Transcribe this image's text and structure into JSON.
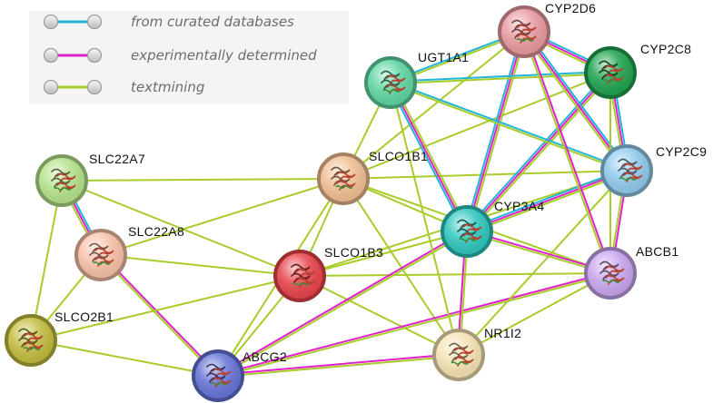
{
  "legend": {
    "items": [
      {
        "label": "from curated databases",
        "color": "#22b5d6"
      },
      {
        "label": "experimentally determined",
        "color": "#e020c8"
      },
      {
        "label": "textmining",
        "color": "#a8cc2a"
      }
    ]
  },
  "nodes": [
    {
      "id": "CYP2D6",
      "label": "CYP2D6",
      "color": "#e99a9f",
      "icon": "protein-structure-icon"
    },
    {
      "id": "UGT1A1",
      "label": "UGT1A1",
      "color": "#5fd6a3",
      "icon": "protein-structure-icon"
    },
    {
      "id": "CYP2C8",
      "label": "CYP2C8",
      "color": "#1fa34f",
      "icon": "protein-structure-icon"
    },
    {
      "id": "CYP2C9",
      "label": "CYP2C9",
      "color": "#8fcaec",
      "icon": "protein-structure-icon"
    },
    {
      "id": "SLC22A7",
      "label": "SLC22A7",
      "color": "#b5e28a",
      "icon": "protein-structure-icon"
    },
    {
      "id": "SLCO1B1",
      "label": "SLCO1B1",
      "color": "#f1bf92",
      "icon": "protein-structure-icon"
    },
    {
      "id": "CYP3A4",
      "label": "CYP3A4",
      "color": "#2ec7bd",
      "icon": "protein-structure-icon"
    },
    {
      "id": "SLC22A8",
      "label": "SLC22A8",
      "color": "#f8c1a8",
      "icon": "protein-structure-icon"
    },
    {
      "id": "SLCO1B3",
      "label": "SLCO1B3",
      "color": "#e8434a",
      "icon": "protein-structure-icon"
    },
    {
      "id": "ABCB1",
      "label": "ABCB1",
      "color": "#c9a6ef",
      "icon": "protein-structure-icon"
    },
    {
      "id": "SLCO2B1",
      "label": "SLCO2B1",
      "color": "#c2bc3e",
      "icon": "protein-structure-icon"
    },
    {
      "id": "NR1I2",
      "label": "NR1I2",
      "color": "#f6e3b4",
      "icon": "protein-structure-icon"
    },
    {
      "id": "ABCG2",
      "label": "ABCG2",
      "color": "#6673d6",
      "icon": "protein-structure-icon"
    }
  ],
  "edges": [
    {
      "source": "SLC22A7",
      "target": "SLC22A8",
      "evidence": [
        "curated",
        "experimental",
        "textmining"
      ]
    },
    {
      "source": "SLC22A7",
      "target": "SLCO2B1",
      "evidence": [
        "textmining"
      ]
    },
    {
      "source": "SLC22A7",
      "target": "SLCO1B1",
      "evidence": [
        "textmining"
      ]
    },
    {
      "source": "SLC22A7",
      "target": "SLCO1B3",
      "evidence": [
        "textmining"
      ]
    },
    {
      "source": "SLC22A8",
      "target": "SLCO2B1",
      "evidence": [
        "textmining"
      ]
    },
    {
      "source": "SLC22A8",
      "target": "SLCO1B3",
      "evidence": [
        "textmining"
      ]
    },
    {
      "source": "SLC22A8",
      "target": "ABCG2",
      "evidence": [
        "experimental",
        "textmining"
      ]
    },
    {
      "source": "SLC22A8",
      "target": "SLCO1B1",
      "evidence": [
        "textmining"
      ]
    },
    {
      "source": "SLCO2B1",
      "target": "ABCG2",
      "evidence": [
        "textmining"
      ]
    },
    {
      "source": "SLCO2B1",
      "target": "SLCO1B3",
      "evidence": [
        "textmining"
      ]
    },
    {
      "source": "SLCO1B1",
      "target": "SLCO1B3",
      "evidence": [
        "textmining"
      ]
    },
    {
      "source": "SLCO1B1",
      "target": "CYP3A4",
      "evidence": [
        "textmining"
      ]
    },
    {
      "source": "SLCO1B1",
      "target": "UGT1A1",
      "evidence": [
        "textmining"
      ]
    },
    {
      "source": "SLCO1B1",
      "target": "CYP2C9",
      "evidence": [
        "textmining"
      ]
    },
    {
      "source": "SLCO1B1",
      "target": "CYP2C8",
      "evidence": [
        "textmining"
      ]
    },
    {
      "source": "SLCO1B1",
      "target": "CYP2D6",
      "evidence": [
        "textmining"
      ]
    },
    {
      "source": "SLCO1B1",
      "target": "ABCG2",
      "evidence": [
        "textmining"
      ]
    },
    {
      "source": "SLCO1B1",
      "target": "NR1I2",
      "evidence": [
        "textmining"
      ]
    },
    {
      "source": "SLCO1B1",
      "target": "ABCB1",
      "evidence": [
        "textmining"
      ]
    },
    {
      "source": "SLCO1B3",
      "target": "CYP3A4",
      "evidence": [
        "textmining"
      ]
    },
    {
      "source": "SLCO1B3",
      "target": "ABCG2",
      "evidence": [
        "textmining"
      ]
    },
    {
      "source": "SLCO1B3",
      "target": "NR1I2",
      "evidence": [
        "textmining"
      ]
    },
    {
      "source": "SLCO1B3",
      "target": "ABCB1",
      "evidence": [
        "textmining"
      ]
    },
    {
      "source": "SLCO1B3",
      "target": "CYP2C9",
      "evidence": [
        "textmining"
      ]
    },
    {
      "source": "ABCG2",
      "target": "NR1I2",
      "evidence": [
        "experimental",
        "textmining"
      ]
    },
    {
      "source": "ABCG2",
      "target": "CYP3A4",
      "evidence": [
        "experimental",
        "textmining"
      ]
    },
    {
      "source": "ABCG2",
      "target": "ABCB1",
      "evidence": [
        "experimental",
        "textmining"
      ]
    },
    {
      "source": "NR1I2",
      "target": "CYP3A4",
      "evidence": [
        "experimental",
        "textmining"
      ]
    },
    {
      "source": "NR1I2",
      "target": "ABCB1",
      "evidence": [
        "textmining"
      ]
    },
    {
      "source": "NR1I2",
      "target": "CYP2C9",
      "evidence": [
        "textmining"
      ]
    },
    {
      "source": "NR1I2",
      "target": "UGT1A1",
      "evidence": [
        "textmining"
      ]
    },
    {
      "source": "CYP3A4",
      "target": "UGT1A1",
      "evidence": [
        "curated",
        "experimental",
        "textmining"
      ]
    },
    {
      "source": "CYP3A4",
      "target": "CYP2D6",
      "evidence": [
        "curated",
        "experimental",
        "textmining"
      ]
    },
    {
      "source": "CYP3A4",
      "target": "CYP2C8",
      "evidence": [
        "curated",
        "experimental",
        "textmining"
      ]
    },
    {
      "source": "CYP3A4",
      "target": "CYP2C9",
      "evidence": [
        "curated",
        "experimental",
        "textmining"
      ]
    },
    {
      "source": "CYP3A4",
      "target": "ABCB1",
      "evidence": [
        "experimental",
        "textmining"
      ]
    },
    {
      "source": "UGT1A1",
      "target": "CYP2D6",
      "evidence": [
        "curated",
        "textmining"
      ]
    },
    {
      "source": "UGT1A1",
      "target": "CYP2C8",
      "evidence": [
        "curated",
        "textmining"
      ]
    },
    {
      "source": "UGT1A1",
      "target": "CYP2C9",
      "evidence": [
        "curated",
        "textmining"
      ]
    },
    {
      "source": "CYP2D6",
      "target": "CYP2C8",
      "evidence": [
        "curated",
        "experimental",
        "textmining"
      ]
    },
    {
      "source": "CYP2D6",
      "target": "CYP2C9",
      "evidence": [
        "curated",
        "experimental",
        "textmining"
      ]
    },
    {
      "source": "CYP2D6",
      "target": "ABCB1",
      "evidence": [
        "experimental",
        "textmining"
      ]
    },
    {
      "source": "CYP2C8",
      "target": "CYP2C9",
      "evidence": [
        "curated",
        "experimental",
        "textmining"
      ]
    },
    {
      "source": "CYP2C8",
      "target": "ABCB1",
      "evidence": [
        "textmining"
      ]
    },
    {
      "source": "CYP2C9",
      "target": "ABCB1",
      "evidence": [
        "experimental",
        "textmining"
      ]
    }
  ],
  "evidence_colors": {
    "curated": "#22b5d6",
    "experimental": "#e020c8",
    "textmining": "#a8cc2a"
  }
}
